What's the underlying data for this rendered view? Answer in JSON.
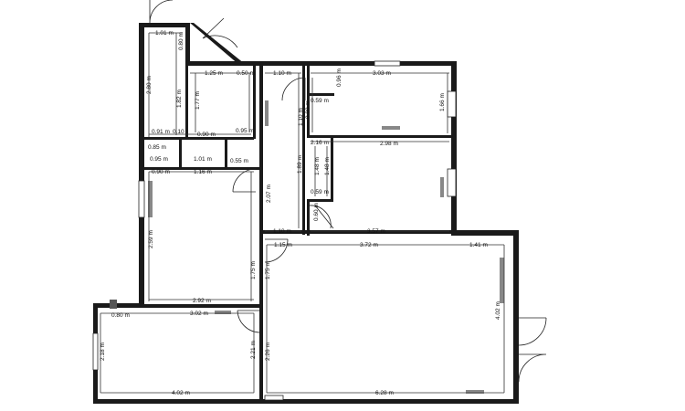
{
  "labels": {
    "d_101": "1.01 m",
    "d_080": "0.80 m",
    "d_280": "2.80 m",
    "d_182": "1.82 m",
    "d_091": "0.91 m",
    "d_010": "0.10",
    "d_125": "1.25 m",
    "d_050": "0.50 m",
    "d_177": "1.77 m",
    "d_090a": "0.90 m",
    "d_110a": "1.10 m",
    "d_095a": "0.95 m",
    "d_303": "3.03 m",
    "d_166": "1.66 m",
    "d_059": "0.59 m",
    "d_110v": "1.10 m",
    "d_090b": "0.90 m",
    "d_298": "2.98 m",
    "d_148a": "1.48 m",
    "d_148b": "1.48 m",
    "d_059b": "0.59 m",
    "d_216": "2.16 m",
    "d_085": "0.85 m",
    "d_095b": "0.95 m",
    "d_101b": "1.01 m",
    "d_055": "0.55 m",
    "d_090c": "0.90 m",
    "d_116": "1.16 m",
    "d_207": "2.07 m",
    "d_189": "1.89 m",
    "d_060": "0.60 m",
    "d_110b": "1.10 m",
    "d_357": "3.57 m",
    "d_115": "1.15 m",
    "d_372": "3.72 m",
    "d_141": "1.41 m",
    "d_259": "2.59 m",
    "d_175a": "1.75 m",
    "d_175b": "1.75 m",
    "d_292": "2.92 m",
    "d_402a": "4.02 m",
    "d_302": "3.02 m",
    "d_080b": "0.80 m",
    "d_218": "2.18 m",
    "d_221": "2.21 m",
    "d_226": "2.26 m",
    "d_402b": "4.02 m",
    "d_628": "6.28 m",
    "d_096": "0.96 m"
  }
}
